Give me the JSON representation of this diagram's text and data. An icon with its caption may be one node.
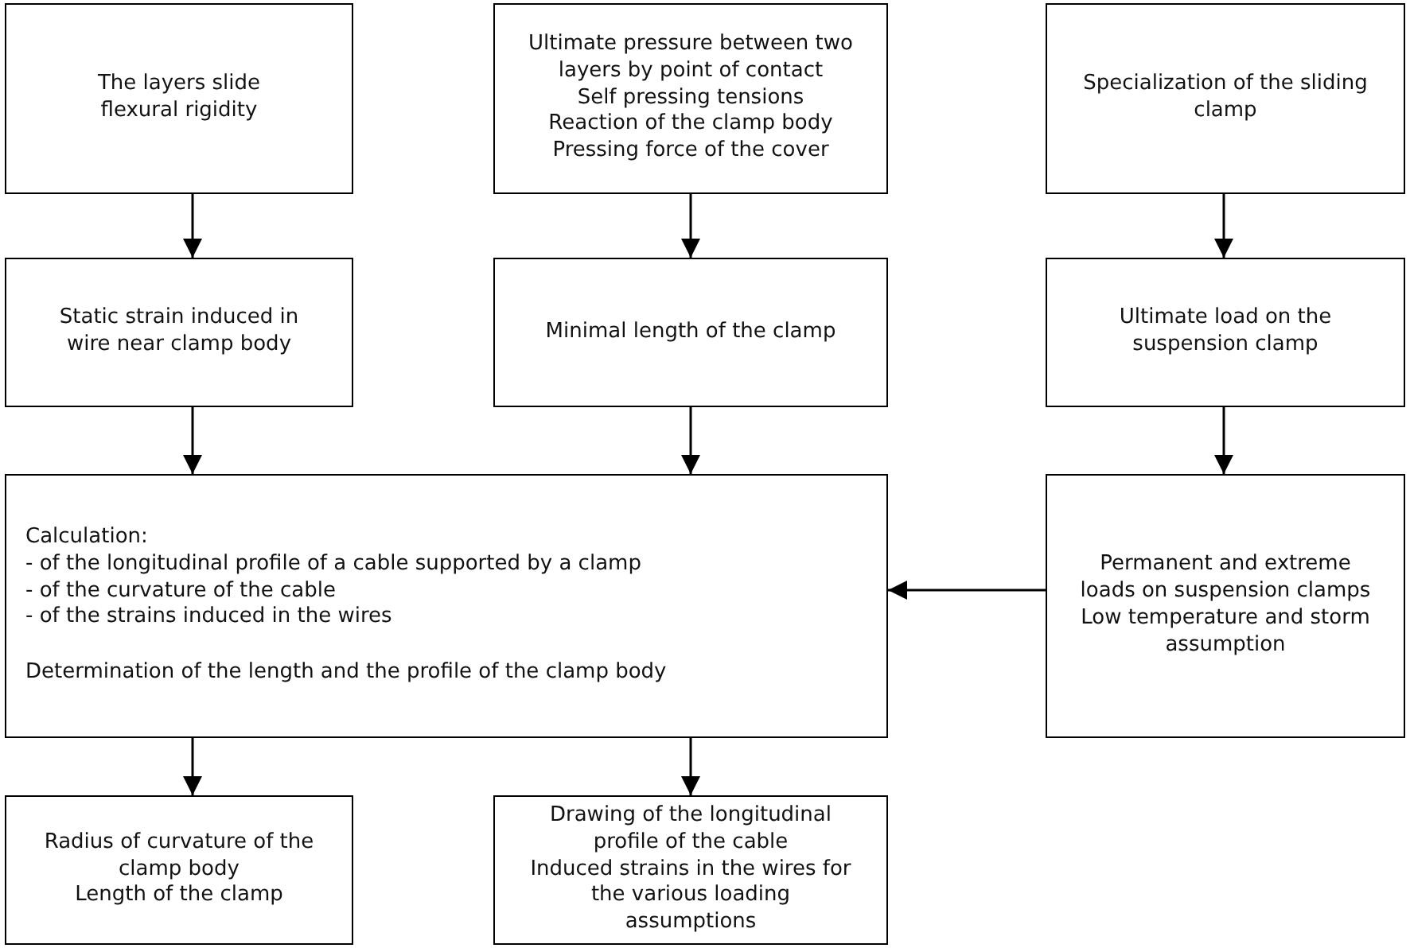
{
  "diagram": {
    "nodes": [
      {
        "text": [
          "The layers slide",
          "flexural rigidity"
        ]
      },
      {
        "text": [
          "Ultimate pressure between two layers by point of contact",
          "Self pressing tensions",
          "Reaction of the clamp body",
          "Pressing force of the cover"
        ]
      },
      {
        "text": [
          "Specialization of the sliding clamp"
        ]
      },
      {
        "text": [
          "Static strain induced in wire near clamp body"
        ]
      },
      {
        "text": [
          "Minimal length of the clamp"
        ]
      },
      {
        "text": [
          "Ultimate load on the suspension clamp"
        ]
      },
      {
        "text": [
          "Calculation:",
          "- of the longitudinal profile of a cable supported by a clamp",
          "- of the curvature of the cable",
          "- of the strains induced in the wires",
          "Determination of the length and the profile of the clamp body"
        ]
      },
      {
        "text": [
          "Permanent and extreme loads on suspension clamps",
          "Low temperature and storm assumption"
        ]
      },
      {
        "text": [
          "Radius of curvature of the clamp body",
          "Length of the clamp"
        ]
      },
      {
        "text": [
          "Drawing of the longitudinal profile of the cable",
          "Induced strains in the wires for the various loading assumptions"
        ]
      }
    ],
    "edges": [
      {
        "from": 0,
        "to": 3,
        "arrow": "to"
      },
      {
        "from": 1,
        "to": 4,
        "arrow": "to"
      },
      {
        "from": 2,
        "to": 5,
        "arrow": "to"
      },
      {
        "from": 3,
        "to": 6,
        "arrow": "to"
      },
      {
        "from": 4,
        "to": 6,
        "arrow": "to"
      },
      {
        "from": 5,
        "to": 7,
        "arrow": "to"
      },
      {
        "from": 7,
        "to": 6,
        "arrow": "to"
      },
      {
        "from": 6,
        "to": 8,
        "arrow": "to"
      },
      {
        "from": 6,
        "to": 9,
        "arrow": "to"
      }
    ]
  }
}
